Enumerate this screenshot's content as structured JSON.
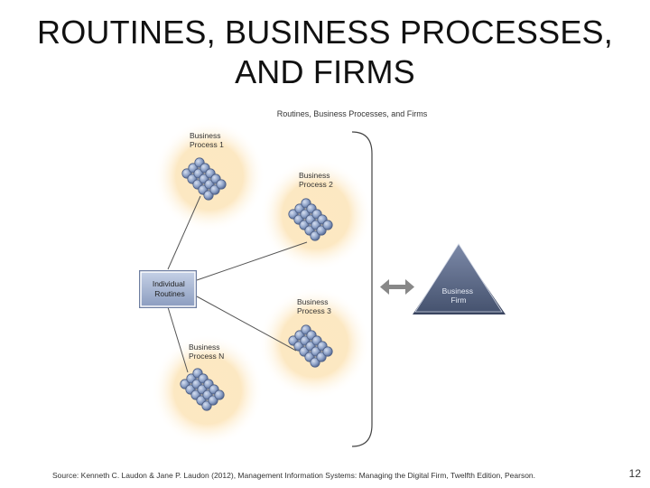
{
  "slide": {
    "title_line1": "ROUTINES, BUSINESS PROCESSES,",
    "title_line2": "AND FIRMS",
    "source": "Source: Kenneth C. Laudon & Jane P. Laudon (2012), Management Information Systems: Managing the Digital Firm, Twelfth Edition, Pearson.",
    "page_number": "12"
  },
  "diagram": {
    "title": "Routines, Business Processes, and Firms",
    "routines_box": {
      "line1": "Individual",
      "line2": "Routines"
    },
    "processes": [
      {
        "line1": "Business",
        "line2": "Process 1"
      },
      {
        "line1": "Business",
        "line2": "Process 2"
      },
      {
        "line1": "Business",
        "line2": "Process 3"
      },
      {
        "line1": "Business",
        "line2": "Process N"
      }
    ],
    "firm": {
      "line1": "Business",
      "line2": "Firm"
    },
    "colors": {
      "glow": "#fbe3b4",
      "bead": "#8fa3c8",
      "bead_stroke": "#4d5f85",
      "box": "#a8b8d6",
      "triangle": "#5c6a8c",
      "arrow": "#777777"
    }
  }
}
